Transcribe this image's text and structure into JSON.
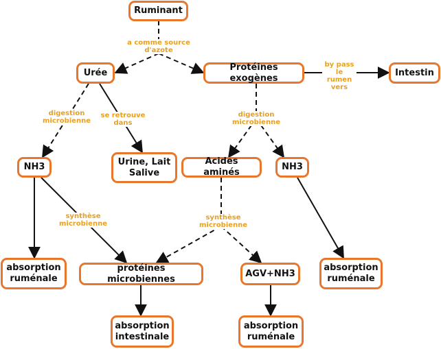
{
  "colors": {
    "node_border": "#e8762b",
    "edge_label": "#e8a020",
    "edge": "#111111"
  },
  "nodes": {
    "ruminant": "Ruminant",
    "uree": "Urée",
    "proteines_exogenes": "Protéines exogènes",
    "intestin": "Intestin",
    "nh3_left": "NH3",
    "urine_lait_salive": "Urine, Lait\nSalive",
    "acides_amines": "Acides aminés",
    "nh3_right": "NH3",
    "absorption_rumenale_left": "absorption\nruménale",
    "proteines_microbiennes": "protéines microbiennes",
    "agv_nh3": "AGV+NH3",
    "absorption_rumenale_right": "absorption\nruménale",
    "absorption_intestinale": "absorption\nintestinale",
    "absorption_rumenale_bottom": "absorption\nruménale"
  },
  "edge_labels": {
    "source_azote": "a comme source\nd'azote",
    "by_pass": "by pass\nle rumen\nvers",
    "digestion_left": "digestion\nmicrobienne",
    "se_retrouve": "se retrouve\ndans",
    "digestion_right": "digestion\nmicrobienne",
    "synthese_left": "synthèse\nmicrobienne",
    "synthese_right": "synthèse\nmicrobienne"
  }
}
